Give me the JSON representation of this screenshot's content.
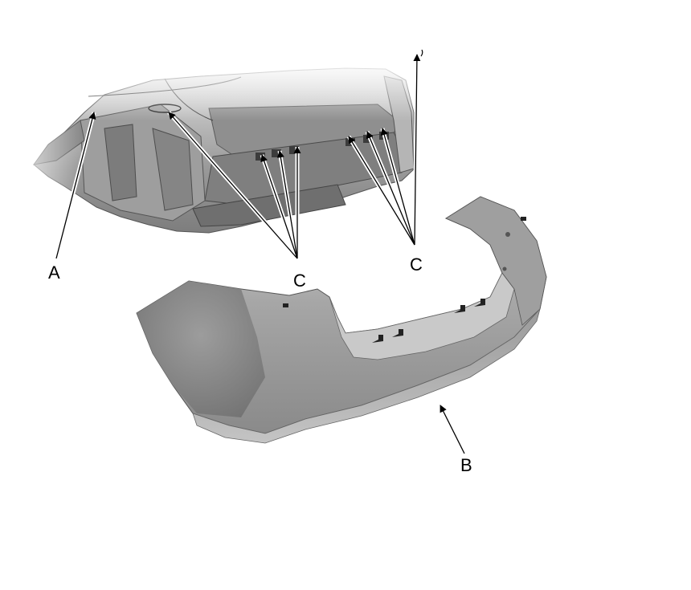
{
  "callouts": {
    "a": "A",
    "b": "B",
    "c_center": "C",
    "c_right": "C"
  },
  "colors": {
    "bumper_dark": "#6e6e6e",
    "bumper_mid": "#a9a9a9",
    "bumper_light": "#d6d6d6",
    "body_shade": "#8c8c8c",
    "arrow": "#000000",
    "arrow_halo": "#ffffff"
  }
}
